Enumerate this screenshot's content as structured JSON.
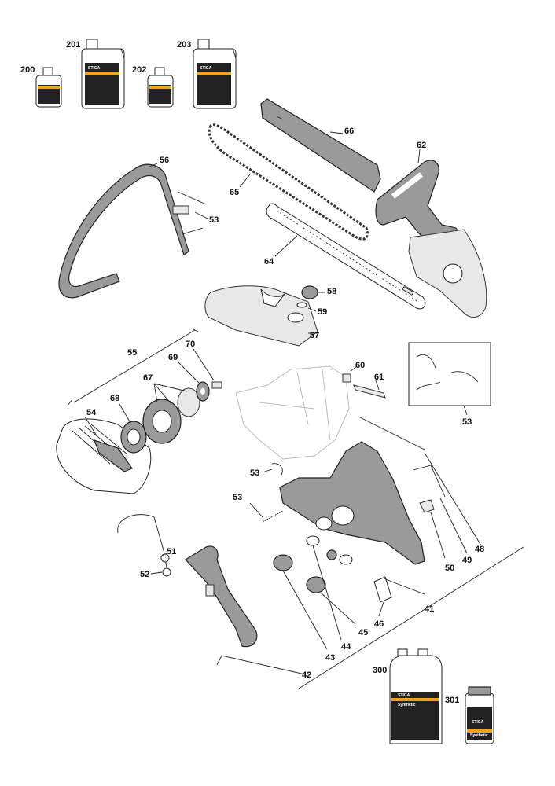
{
  "brand": "STIGA",
  "products": {
    "p200": "200",
    "p201": "201",
    "p202": "202",
    "p203": "203",
    "p300": "300",
    "p301": "301",
    "label_300": "Synthetic",
    "label_301": "Synthetic"
  },
  "parts": {
    "p41": "41",
    "p42": "42",
    "p43": "43",
    "p44": "44",
    "p45": "45",
    "p46": "46",
    "p48": "48",
    "p49": "49",
    "p50": "50",
    "p51": "51",
    "p52": "52",
    "p53a": "53",
    "p53b": "53",
    "p53c": "53",
    "p53d": "53",
    "p54": "54",
    "p55": "55",
    "p56": "56",
    "p57": "57",
    "p58": "58",
    "p59": "59",
    "p60": "60",
    "p61": "61",
    "p62": "62",
    "p64": "64",
    "p65": "65",
    "p66": "66",
    "p67": "67",
    "p68": "68",
    "p69": "69",
    "p70": "70"
  },
  "colors": {
    "part_fill": "#9a9a9a",
    "bottle_cap": "#f2a51a",
    "bottle_label": "#222222"
  }
}
